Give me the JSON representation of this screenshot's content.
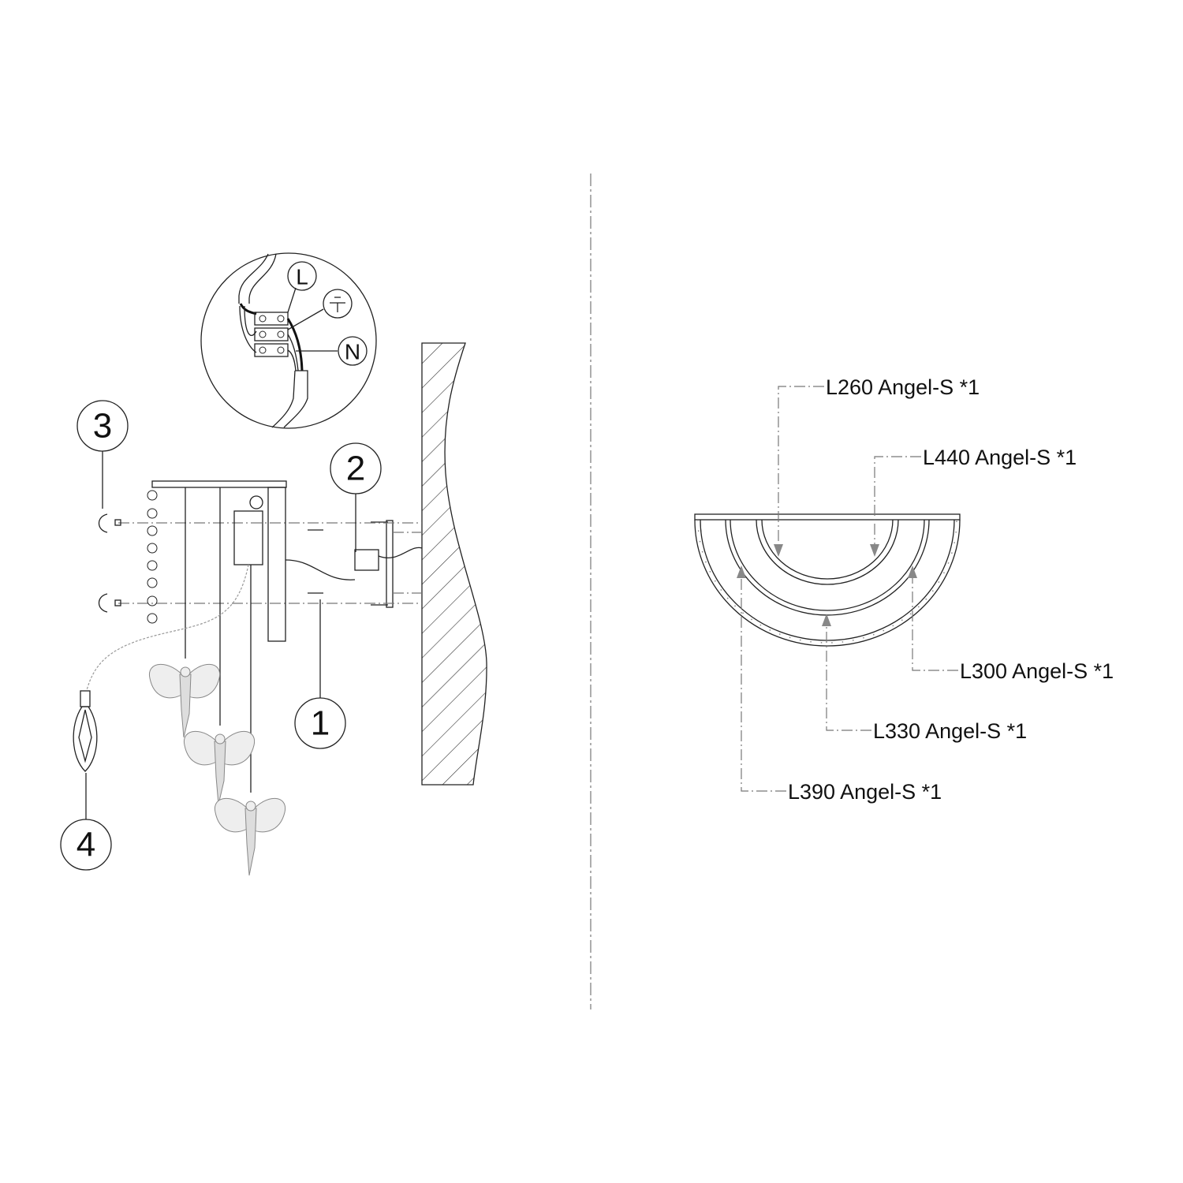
{
  "callouts": {
    "c1": "1",
    "c2": "2",
    "c3": "3",
    "c4": "4"
  },
  "wiring": {
    "live": "L",
    "neutral": "N",
    "earth_symbol": "earth"
  },
  "parts": [
    {
      "label": "L260 Angel-S *1"
    },
    {
      "label": "L440 Angel-S *1"
    },
    {
      "label": "L300 Angel-S *1"
    },
    {
      "label": "L330 Angel-S *1"
    },
    {
      "label": "L390 Angel-S *1"
    }
  ],
  "colors": {
    "line": "#222222",
    "leader": "#777777",
    "arrow": "#888888"
  }
}
